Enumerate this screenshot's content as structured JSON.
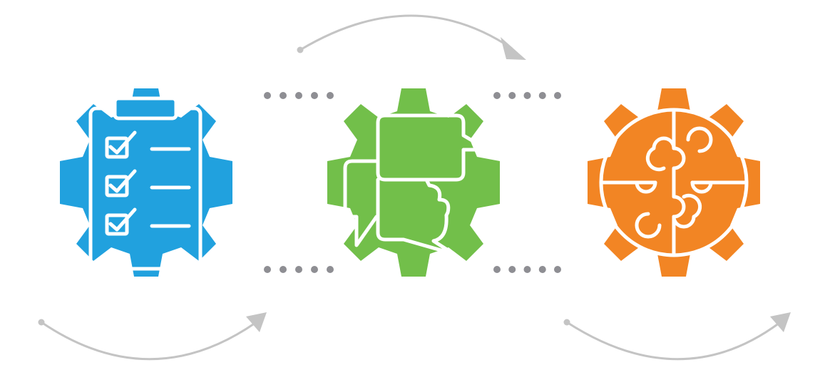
{
  "colors": {
    "background": "#ffffff",
    "arrow": "#c4c4c4",
    "dots": "#8e8e93",
    "icon_line": "#ffffff"
  },
  "gears": [
    {
      "id": "gear-checklist",
      "color": "#21a1de",
      "icon": "clipboard-checklist-icon"
    },
    {
      "id": "gear-chat",
      "color": "#72bf4a",
      "icon": "chat-bubbles-icon"
    },
    {
      "id": "gear-puzzle",
      "color": "#f28524",
      "icon": "puzzle-circle-icon"
    }
  ],
  "connectors": [
    {
      "id": "dots-top-left",
      "from": "gear-checklist",
      "to": "gear-chat",
      "count": 5
    },
    {
      "id": "dots-bottom-left",
      "from": "gear-checklist",
      "to": "gear-chat",
      "count": 5
    },
    {
      "id": "dots-top-right",
      "from": "gear-chat",
      "to": "gear-puzzle",
      "count": 5
    },
    {
      "id": "dots-bottom-right",
      "from": "gear-chat",
      "to": "gear-puzzle",
      "count": 5
    }
  ],
  "arrows": [
    {
      "id": "arrow-bottom-left",
      "direction": "right"
    },
    {
      "id": "arrow-top-middle",
      "direction": "right"
    },
    {
      "id": "arrow-bottom-right",
      "direction": "right"
    }
  ]
}
